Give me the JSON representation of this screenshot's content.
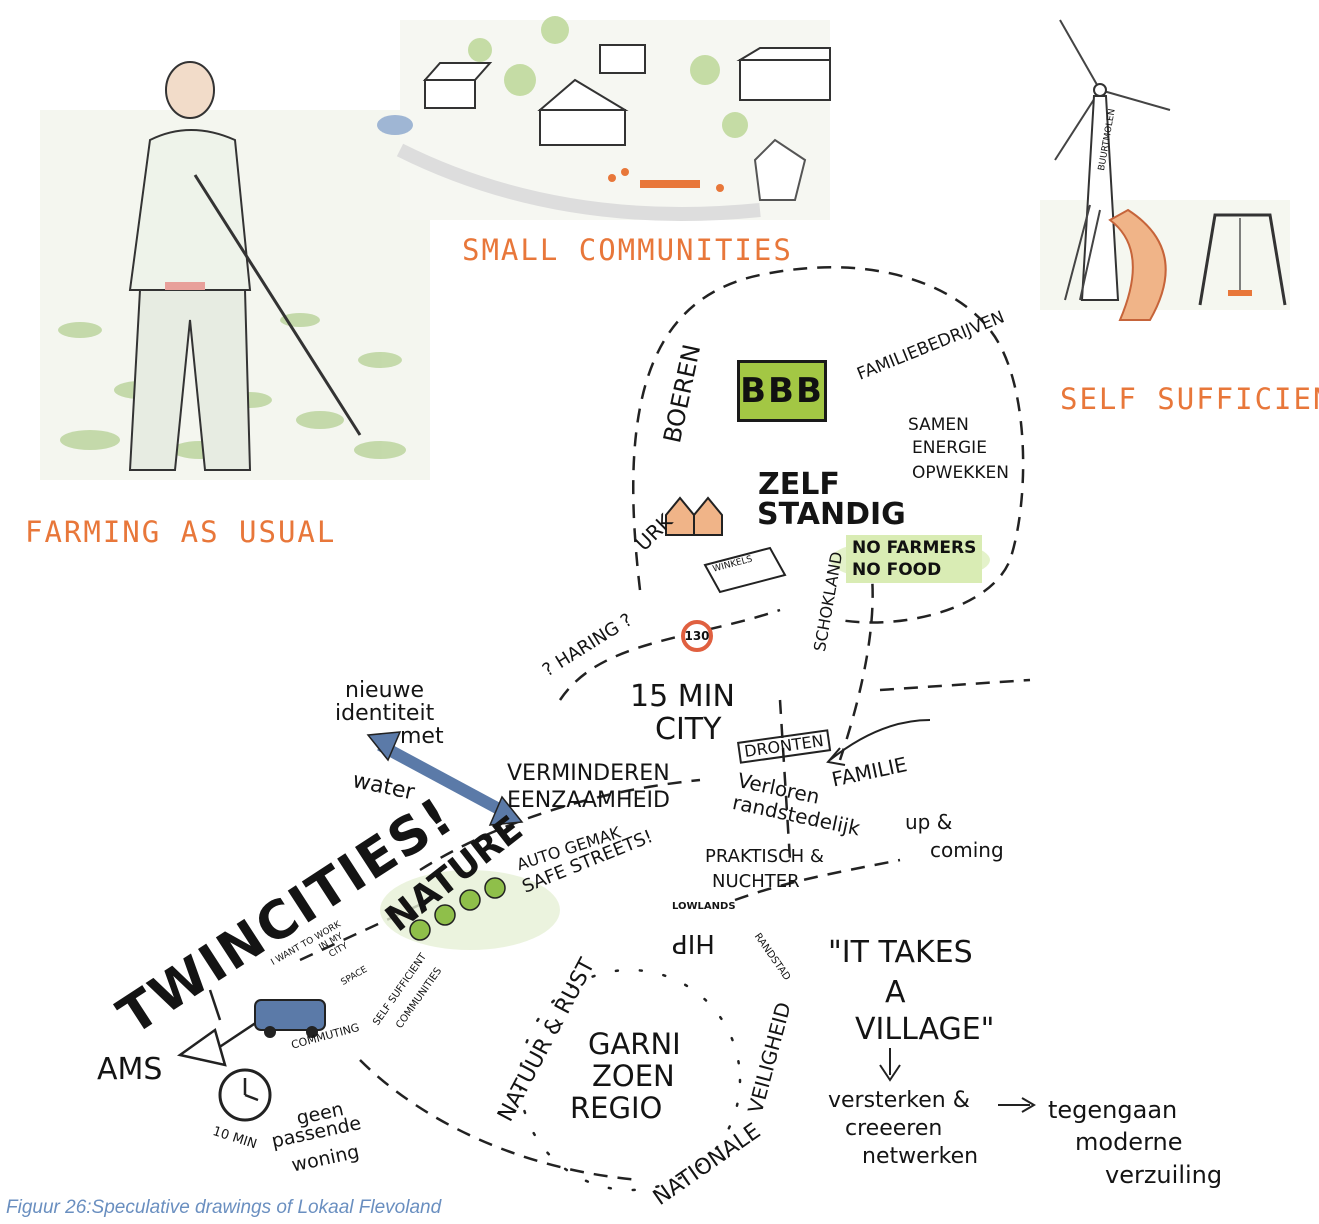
{
  "illustrations": {
    "farming": {
      "label": "FARMING AS USUAL"
    },
    "communities": {
      "label": "SMALL COMMUNITIES"
    },
    "self_sufficiency": {
      "label": "SELF SUFFICIENCY",
      "windmill_text": "BUURTMOLEN"
    }
  },
  "map": {
    "bbb": "BBB",
    "boeren": "BOEREN",
    "familiebedrijven": "FAMILIEBEDRIJVEN",
    "samen_energie": [
      "SAMEN",
      "ENERGIE",
      "OPWEKKEN"
    ],
    "zelfstandig": [
      "ZELF",
      "STANDIG"
    ],
    "no_farmers": [
      "NO FARMERS",
      "NO FOOD"
    ],
    "urk": "URK",
    "winkels": "WINKELS",
    "schokland": "SCHOKLAND",
    "haring": "? HARING ?",
    "speed_sign": "130",
    "fifteen_min": [
      "15 MIN",
      "CITY"
    ],
    "nieuwe_identiteit": [
      "nieuwe",
      "identiteit",
      "met",
      "water"
    ],
    "verminderen": [
      "VERMINDEREN",
      "EENZAAMHEID"
    ],
    "dronten": "DRONTEN",
    "familie": "FAMILIE",
    "verloren": [
      "Verloren",
      "randstedelijk"
    ],
    "up_coming": [
      "up &",
      "coming"
    ],
    "twincities": "TWINCITIES!",
    "nature": "NATURE",
    "auto_gemak": "AUTO GEMAK",
    "safe_streets": "SAFE STREETS!",
    "praktisch": [
      "PRAKTISCH &",
      "NUCHTER"
    ],
    "lowlands": "LOWLANDS",
    "randstad": "RANDSTAD",
    "work_city": [
      "I WANT TO WORK",
      "IN MY",
      "CITY"
    ],
    "space": "SPACE",
    "self_sufficient": [
      "SELF SUFFICIENT",
      "COMMUNITIES"
    ],
    "commuting": "COMMUTING",
    "ams": "AMS",
    "ten_min": "10 MIN",
    "geen_woning": [
      "geen",
      "passende",
      "woning"
    ],
    "garnizoen": [
      "GARNI",
      "ZOEN",
      "REGIO"
    ],
    "natuur_rust": "NATUUR & RUST",
    "hip": "HIP",
    "nationale_veiligheid": [
      "NATIONALE",
      "VEILIGHEID"
    ],
    "it_takes": [
      "\"IT TAKES",
      "A",
      "VILLAGE\""
    ],
    "versterken": [
      "versterken &",
      "creeeren",
      "netwerken"
    ],
    "tegengaan": [
      "tegengaan",
      "moderne",
      "verzuiling"
    ]
  },
  "caption": "Figuur 26:Speculative drawings of Lokaal Flevoland",
  "colors": {
    "accent_orange": "#e8773a",
    "caption_blue": "#6a8fc0",
    "bbb_green": "#a3c744",
    "arrow_blue": "#5b7aa8"
  }
}
